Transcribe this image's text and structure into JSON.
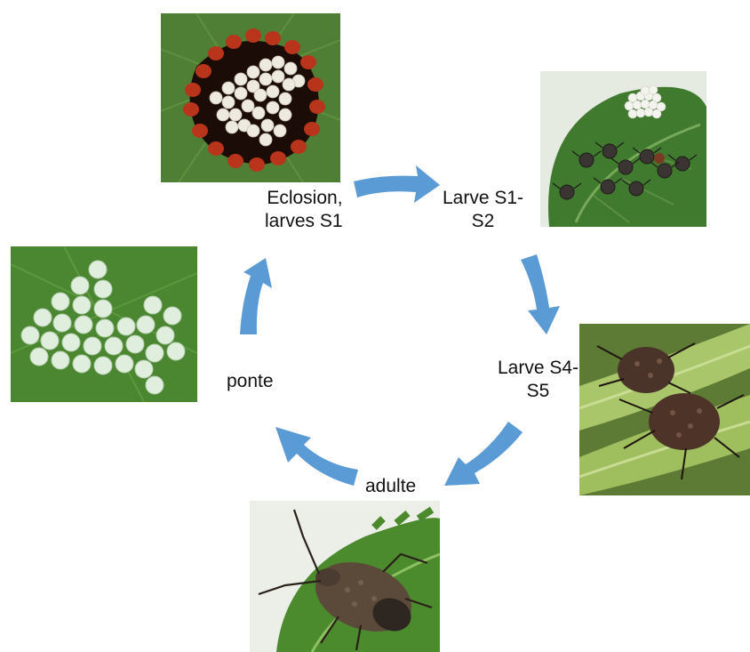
{
  "stages": {
    "eclosion": {
      "line1": "Eclosion,",
      "line2": "larves S1"
    },
    "larve_s1_s2": {
      "line1": "Larve S1-",
      "line2": "S2"
    },
    "larve_s4_s5": {
      "line1": "Larve S4-",
      "line2": "S5"
    },
    "adulte": {
      "line1": "adulte"
    },
    "ponte": {
      "line1": "ponte"
    }
  },
  "colors": {
    "arrow": "#5B9BD5",
    "leaf_dark": "#3f6b2a",
    "leaf_light": "#6fa046"
  },
  "icons": {
    "eclosion_photo": "egg-cluster-hatching-photo",
    "larve_s1_s2_photo": "young-nymphs-photo",
    "larve_s4_s5_photo": "late-nymphs-photo",
    "adulte_photo": "adult-stink-bug-photo",
    "ponte_photo": "egg-mass-photo"
  }
}
